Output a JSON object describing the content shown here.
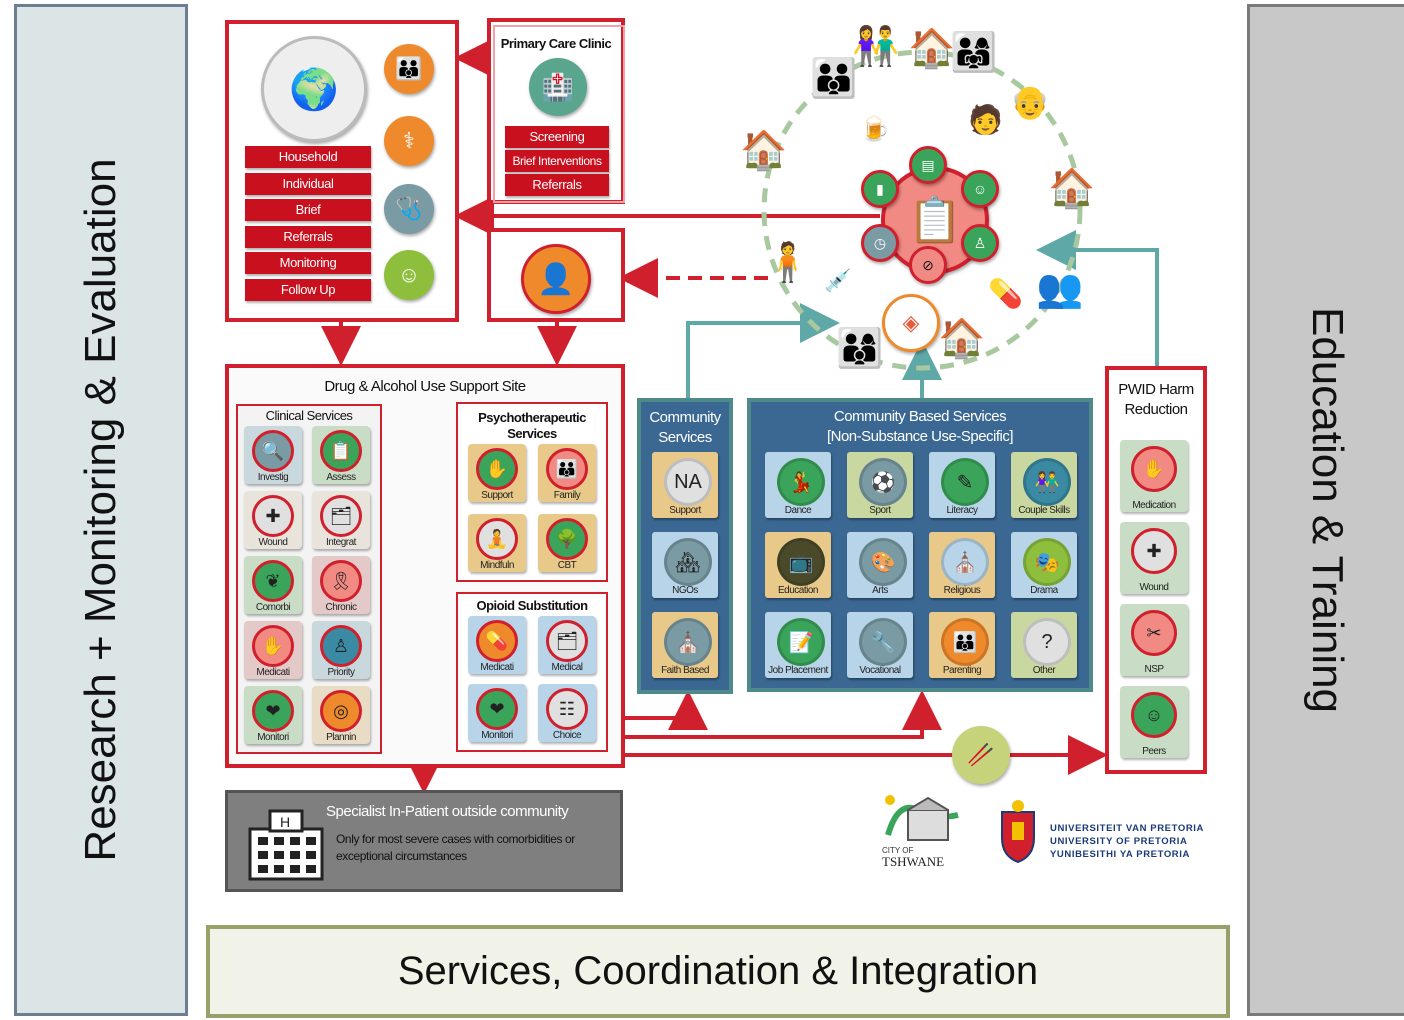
{
  "side_left": "Research + Monitoring & Evaluation",
  "side_right": "Education & Training",
  "bottom_title": "Services, Coordination & Integration",
  "copc": {
    "buttons": [
      "Household",
      "Individual",
      "Brief",
      "Referrals",
      "Monitoring",
      "Follow Up"
    ]
  },
  "primary_care": {
    "title": "Primary Care Clinic",
    "buttons": [
      "Screening",
      "Brief Interventions",
      "Referrals"
    ]
  },
  "support_site": {
    "title": "Drug & Alcohol Use Support Site",
    "clinical": {
      "title": "Clinical Services",
      "items": [
        "Investig",
        "Assess",
        "Wound",
        "Integrat",
        "Comorbi",
        "Chronic",
        "Medicati",
        "Priority",
        "Monitori",
        "Plannin"
      ]
    },
    "psycho": {
      "title": "Psychotherapeutic Services",
      "items": [
        "Support",
        "Family",
        "Mindfuln",
        "CBT"
      ]
    },
    "opioid": {
      "title": "Opioid Substitution",
      "items": [
        "Medicati",
        "Medical",
        "Monitori",
        "Choice"
      ]
    }
  },
  "community": {
    "title": "Community Services",
    "items": [
      "Support",
      "NGOs",
      "Faith Based"
    ]
  },
  "cbs": {
    "title": "Community Based Services",
    "subtitle": "[Non-Substance Use-Specific]",
    "items": [
      "Dance",
      "Sport",
      "Literacy",
      "Couple Skills",
      "Education",
      "Arts",
      "Religious",
      "Drama",
      "Job Placement",
      "Vocational",
      "Parenting",
      "Other"
    ]
  },
  "pwid": {
    "title": "PWID Harm Reduction",
    "items": [
      "Medication",
      "Wound",
      "NSP",
      "Peers"
    ]
  },
  "specialist": {
    "title": "Specialist In-Patient outside community",
    "desc": "Only for most severe cases with comorbidities or exceptional circumstances"
  },
  "logos": {
    "tshwane": "TSHWANE",
    "tshwane_small": "CITY OF",
    "up": [
      "UNIVERSITEIT VAN PRETORIA",
      "UNIVERSITY OF PRETORIA",
      "YUNIBESITHI YA PRETORIA"
    ]
  },
  "colors": {
    "red": "#d0202d",
    "teal_frame": "#4f8a8b",
    "navy_box": "#3a6893",
    "left_panel": "#dbe5e6",
    "right_panel": "#c8c8c8"
  }
}
